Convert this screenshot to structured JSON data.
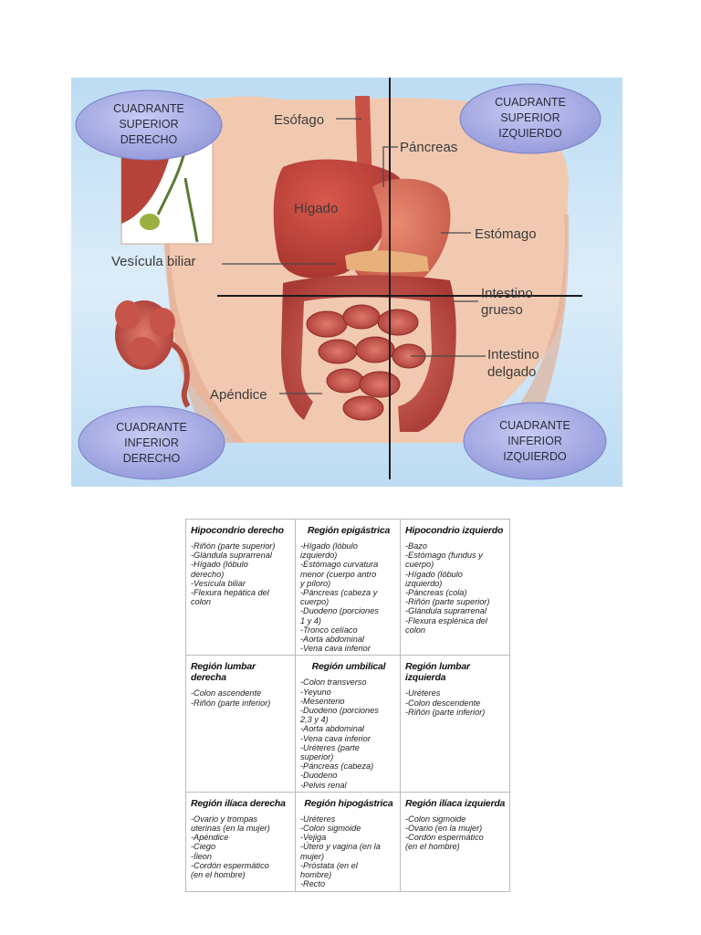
{
  "figure": {
    "quadrants": {
      "upper_right_body": [
        "CUADRANTE",
        "SUPERIOR",
        "DERECHO"
      ],
      "upper_left_body": [
        "CUADRANTE",
        "SUPERIOR",
        "IZQUIERDO"
      ],
      "lower_right_body": [
        "CUADRANTE",
        "INFERIOR",
        "DERECHO"
      ],
      "lower_left_body": [
        "CUADRANTE",
        "INFERIOR",
        "IZQUIERDO"
      ]
    },
    "labels": {
      "esofago": "Esófago",
      "pancreas": "Páncreas",
      "higado": "Hígado",
      "estomago": "Estómago",
      "vesicula": "Vesícula biliar",
      "intestino_grueso_1": "Intestino",
      "intestino_grueso_2": "grueso",
      "intestino_delgado_1": "Intestino",
      "intestino_delgado_2": "delgado",
      "apendice": "Apéndice"
    },
    "colors": {
      "background": "#cfe6f7",
      "bubble": "#a9aee6",
      "organ": "#c0443c",
      "skin": "#f2c6ad"
    }
  },
  "table": {
    "rows": [
      [
        {
          "header": "Hipocondrio derecho",
          "items": [
            "-Riñón (parte superior)",
            "-Glándula suprarrenal",
            "-Hígado (lóbulo",
            "derecho)",
            "-Vesícula biliar",
            "-Flexura hepática del",
            "colon"
          ]
        },
        {
          "header": "Región epigástrica",
          "items": [
            "-Hígado (lóbulo",
            "izquierdo)",
            "-Estómago curvatura",
            "menor (cuerpo antro",
            "y píloro)",
            "-Páncreas (cabeza y",
            "cuerpo)",
            "-Duodeno (porciones",
            "1 y 4)",
            "-Tronco celíaco",
            "-Aorta abdominal",
            "-Vena cava inferior"
          ]
        },
        {
          "header": "Hipocondrio izquierdo",
          "items": [
            "-Bazo",
            "-Estómago (fundus y",
            "cuerpo)",
            "-Hígado (lóbulo",
            "izquierdo)",
            "-Páncreas (cola)",
            "-Riñón (parte superior)",
            "-Glándula suprarrenal",
            "-Flexura esplénica del",
            "colon"
          ]
        }
      ],
      [
        {
          "header": "Región lumbar derecha",
          "items": [
            "-Colon ascendente",
            "-Riñón (parte inferior)"
          ]
        },
        {
          "header": "Región umbilical",
          "items": [
            "-Colon transverso",
            "-Yeyuno",
            "-Mesenterio",
            "-Duodeno (porciones",
            "2,3 y 4)",
            "-Aorta abdominal",
            "-Vena cava inferior",
            "-Uréteres (parte",
            "superior)",
            "-Páncreas (cabeza)",
            "-Duodeno",
            "-Pelvis renal"
          ]
        },
        {
          "header": "Región lumbar izquierda",
          "items": [
            "-Uréteres",
            "-Colon descendente",
            "-Riñón (parte inferior)"
          ]
        }
      ],
      [
        {
          "header": "Región ilíaca derecha",
          "items": [
            "-Ovario y trompas",
            "uterinas (en la mujer)",
            "-Apéndice",
            "-Ciego",
            "-Íleon",
            "-Cordón espermático",
            "(en el hombre)"
          ]
        },
        {
          "header": "Región hipogástrica",
          "items": [
            "-Uréteres",
            "-Colon sigmoide",
            "-Vejiga",
            "-Útero y vagina (en la",
            "mujer)",
            "-Próstata (en el",
            "hombre)",
            "-Recto"
          ]
        },
        {
          "header": "Región ilíaca izquierda",
          "items": [
            "-Colon sigmoide",
            "-Ovario (en la mujer)",
            "-Cordón espermático",
            "(en el hombre)"
          ]
        }
      ]
    ]
  }
}
